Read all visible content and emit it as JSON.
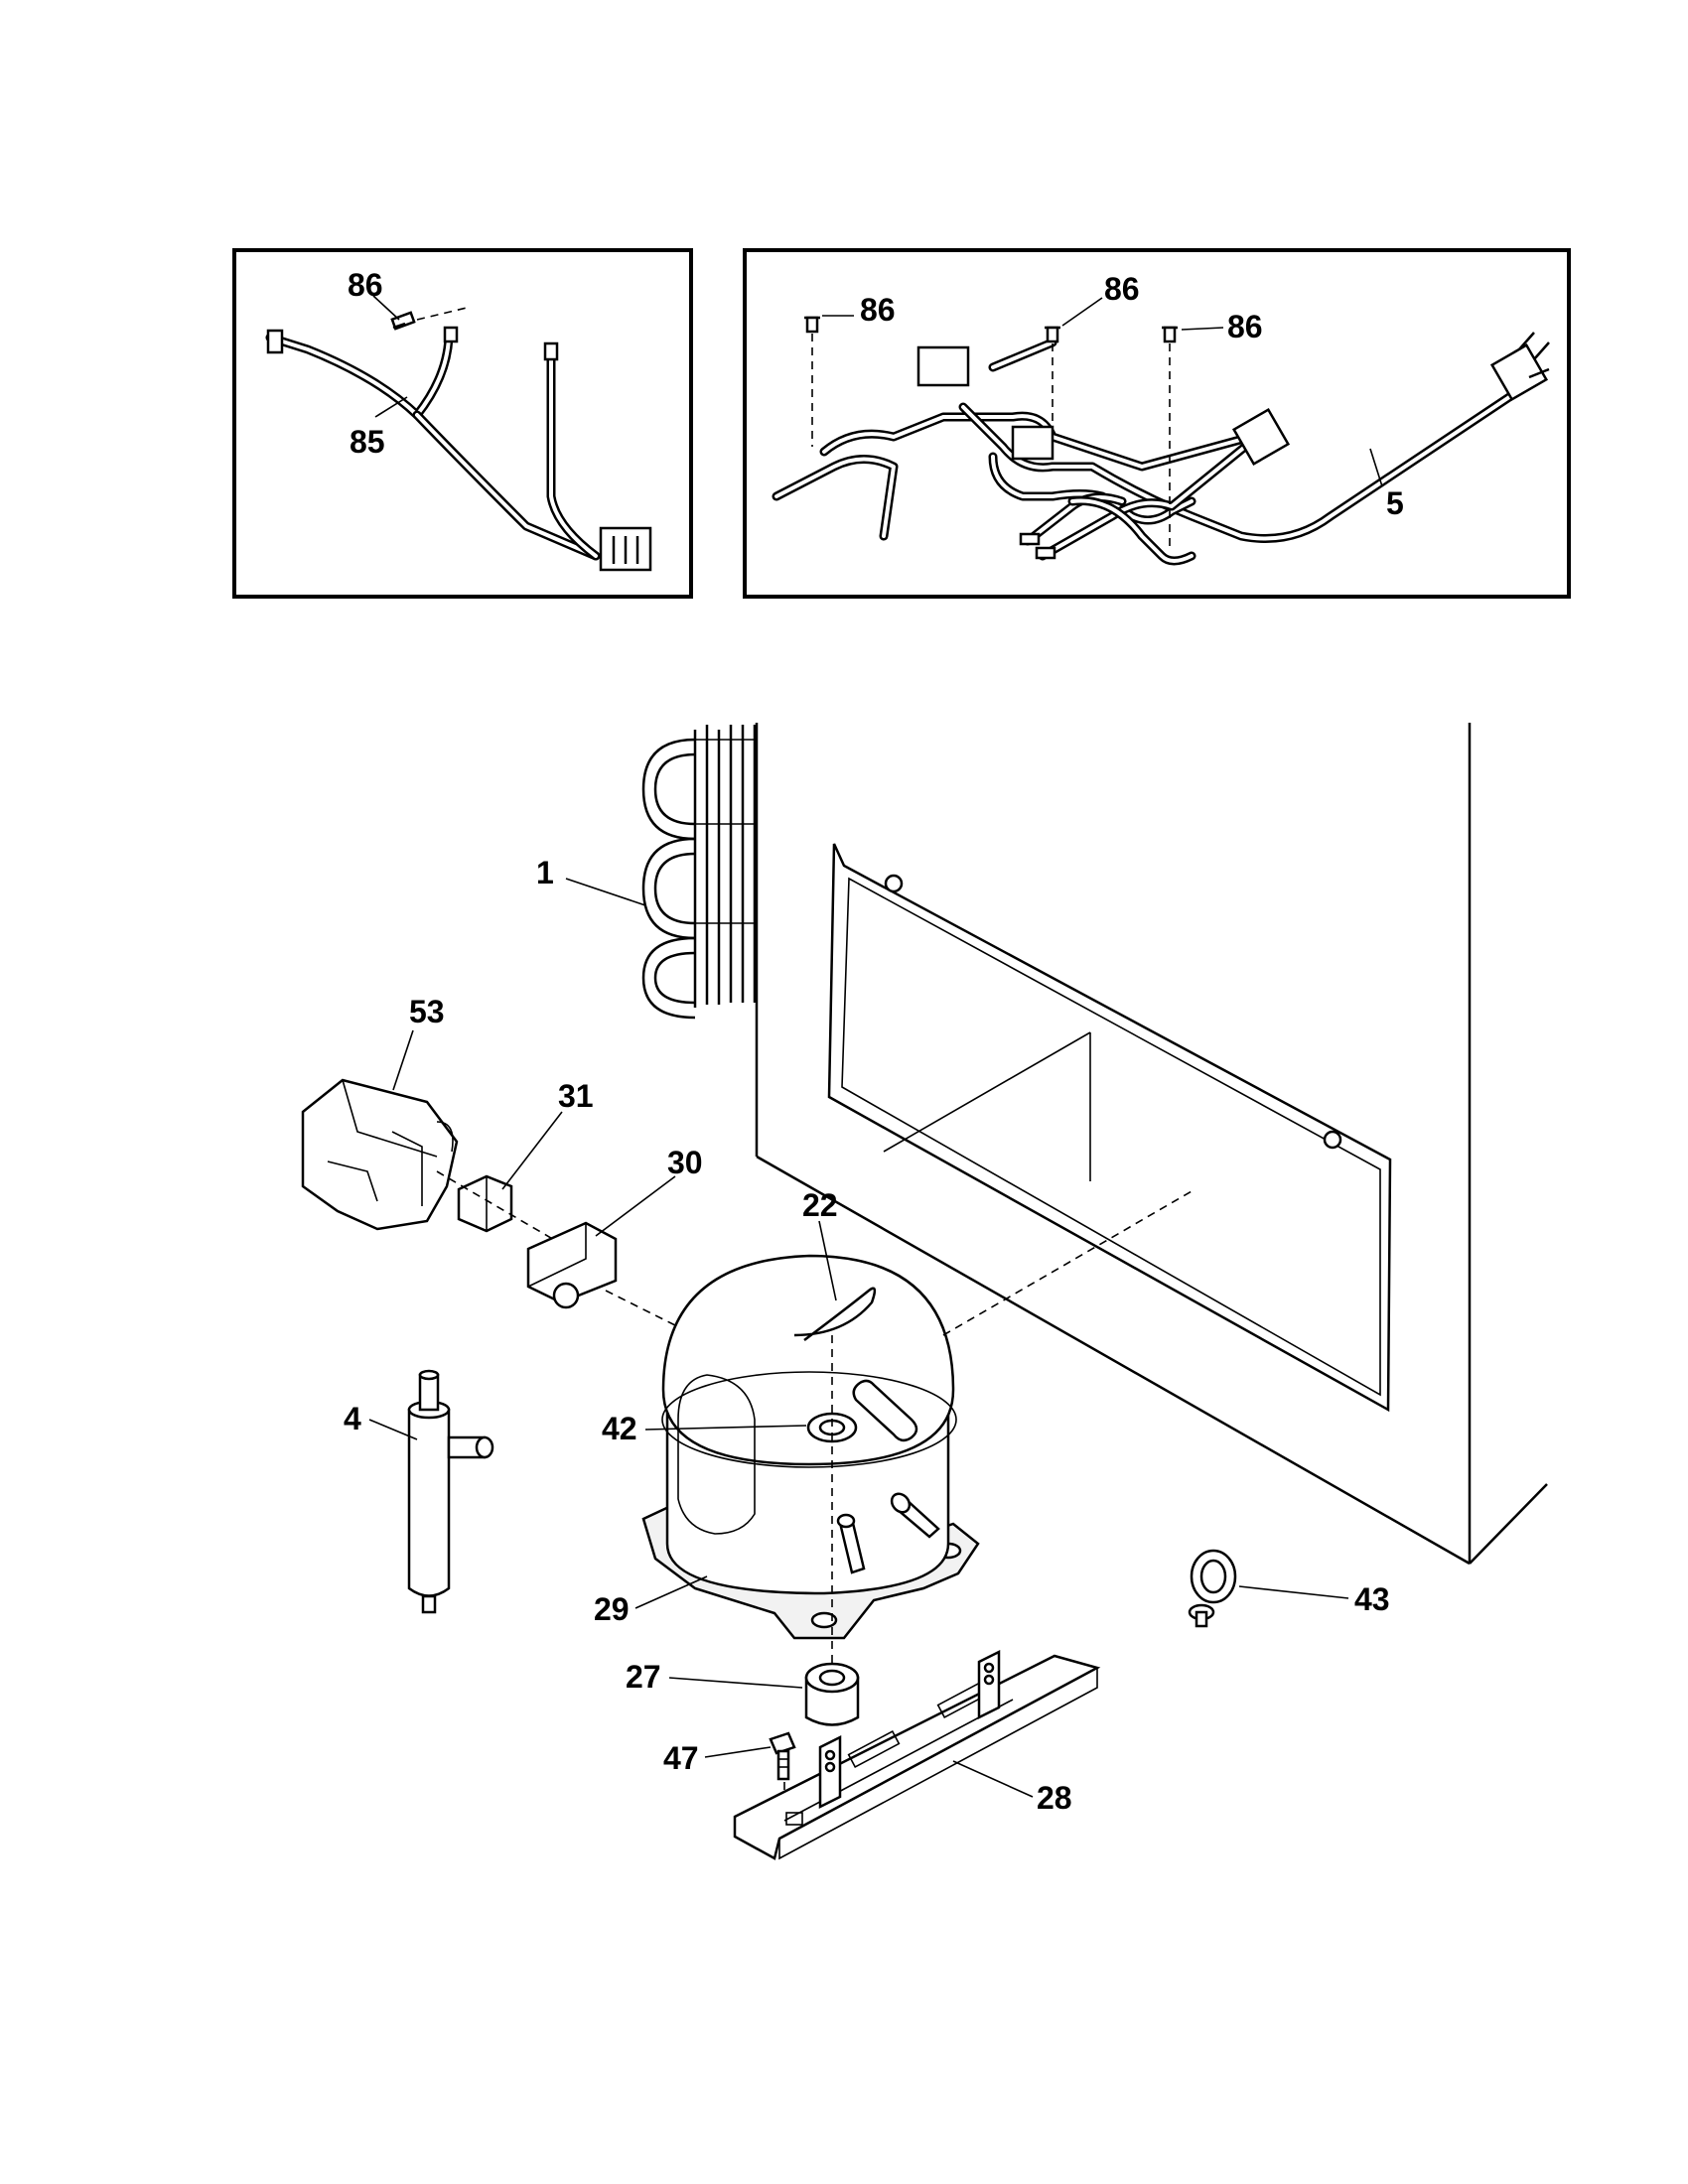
{
  "callouts": {
    "p86_a": "86",
    "p85": "85",
    "p86_b": "86",
    "p86_c": "86",
    "p86_d": "86",
    "p5": "5",
    "p1": "1",
    "p53": "53",
    "p31": "31",
    "p30": "30",
    "p22": "22",
    "p4": "4",
    "p42": "42",
    "p29": "29",
    "p43": "43",
    "p27": "27",
    "p47": "47",
    "p28": "28"
  }
}
